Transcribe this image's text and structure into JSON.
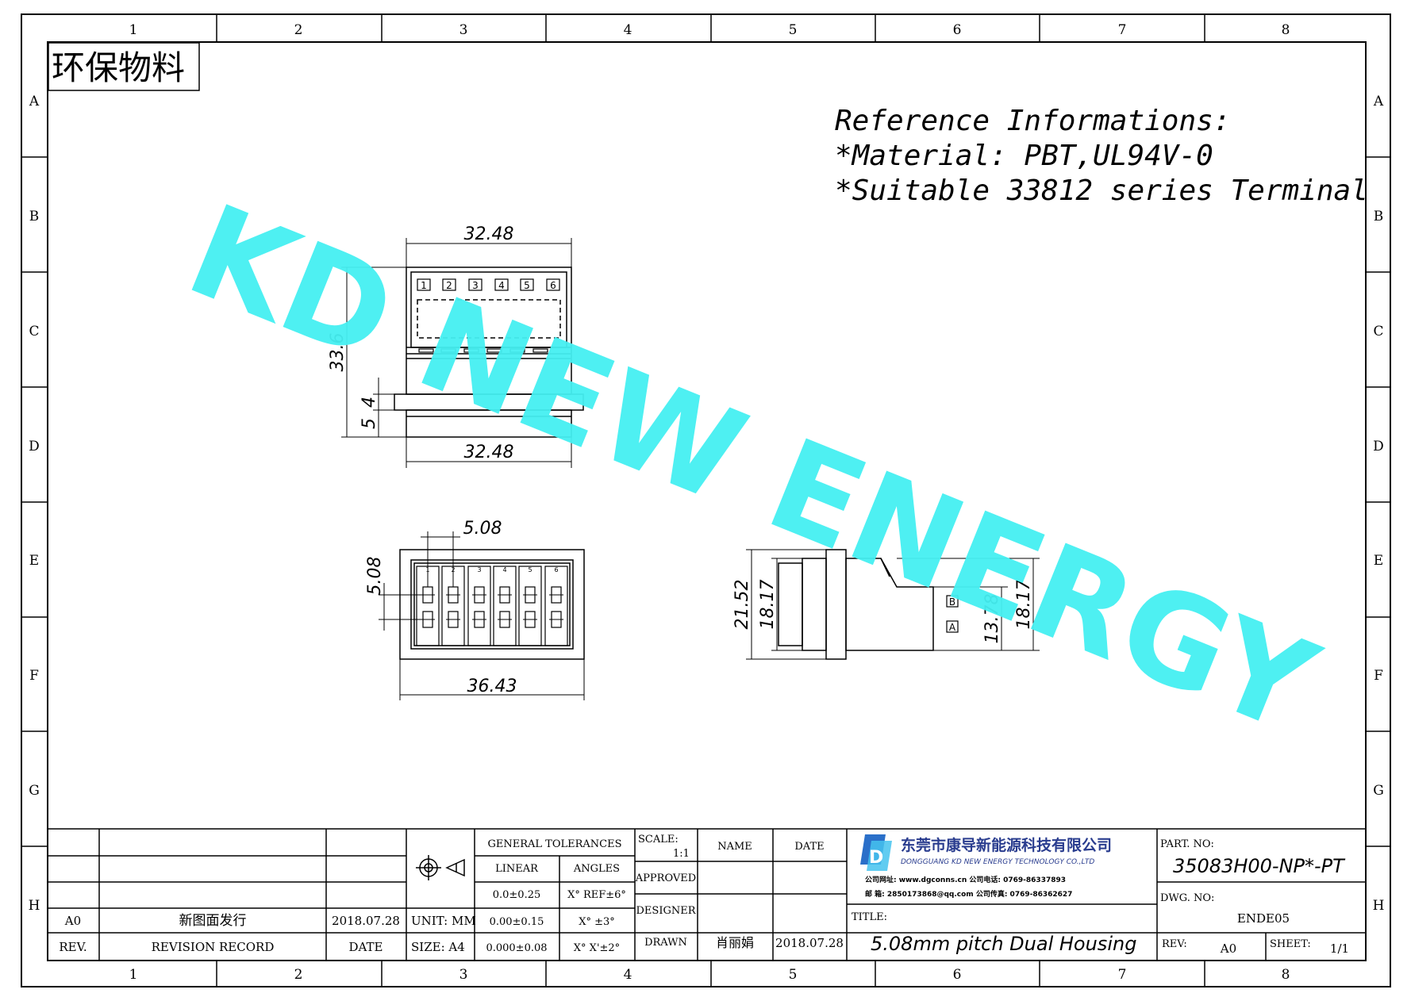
{
  "frame": {
    "columns": [
      "1",
      "2",
      "3",
      "4",
      "5",
      "6",
      "7",
      "8"
    ],
    "rows": [
      "A",
      "B",
      "C",
      "D",
      "E",
      "F",
      "G",
      "H"
    ]
  },
  "stamp": "环保物料",
  "watermark": "KD NEW ENERGY",
  "reference": {
    "title": "Reference Informations:",
    "material": "*Material: PBT,UL94V-0",
    "terminal": "*Suitable 33812 series Terminal"
  },
  "top_view": {
    "pins": [
      "1",
      "2",
      "3",
      "4",
      "5",
      "6"
    ],
    "dim_width_top": "32.48",
    "dim_height": "33.6",
    "dim_a": "4",
    "dim_b": "5",
    "dim_width_bottom": "32.48"
  },
  "front_view": {
    "pitch_h": "5.08",
    "pitch_v": "5.08",
    "width": "36.43",
    "pins": [
      "1",
      "2",
      "3",
      "4",
      "5",
      "6"
    ]
  },
  "side_view": {
    "h1": "21.52",
    "h2": "18.17",
    "h3": "13.78",
    "h4": "18.17",
    "mark_b": "B",
    "mark_a": "A"
  },
  "title_block": {
    "revision": {
      "rev_value": "A0",
      "record_value": "新图面发行",
      "date_value": "2018.07.28",
      "rev_label": "REV.",
      "record_label": "REVISION RECORD",
      "date_label": "DATE"
    },
    "unit": "UNIT: MM",
    "size": "SIZE: A4",
    "tolerances": {
      "header": "GENERAL TOLERANCES",
      "linear": "LINEAR",
      "angles": "ANGLES",
      "l1": "0.0±0.25",
      "l2": "0.00±0.15",
      "l3": "0.000±0.08",
      "a1": "X° REF±6°",
      "a2": "X° ±3°",
      "a3": "X° X'±2°"
    },
    "scale_label": "SCALE:",
    "scale_value": "1:1",
    "name_label": "NAME",
    "date_label": "DATE",
    "approved": "APPROVED",
    "designer": "DESIGNER",
    "drawn": "DRAWN",
    "drawn_name": "肖丽娟",
    "drawn_date": "2018.07.28",
    "company_cn": "东莞市康导新能源科技有限公司",
    "company_en": "DONGGUANG KD NEW ENERGY TECHNOLOGY CO.,LTD",
    "contact1": "公司网址: www.dgconns.cn   公司电话: 0769-86337893",
    "contact2": "邮    箱: 2850173868@qq.com   公司传真: 0769-86362627",
    "title_label": "TITLE:",
    "title_value": "5.08mm pitch Dual Housing",
    "part_label": "PART. NO:",
    "part_value": "35083H00-NP*-PT",
    "dwg_label": "DWG. NO:",
    "dwg_value": "ENDE05",
    "rev_label2": "REV:",
    "rev_value2": "A0",
    "sheet_label": "SHEET:",
    "sheet_value": "1/1"
  },
  "colors": {
    "watermark": "#45f0f2",
    "logo": "#2a6fc9",
    "line": "#000000"
  }
}
